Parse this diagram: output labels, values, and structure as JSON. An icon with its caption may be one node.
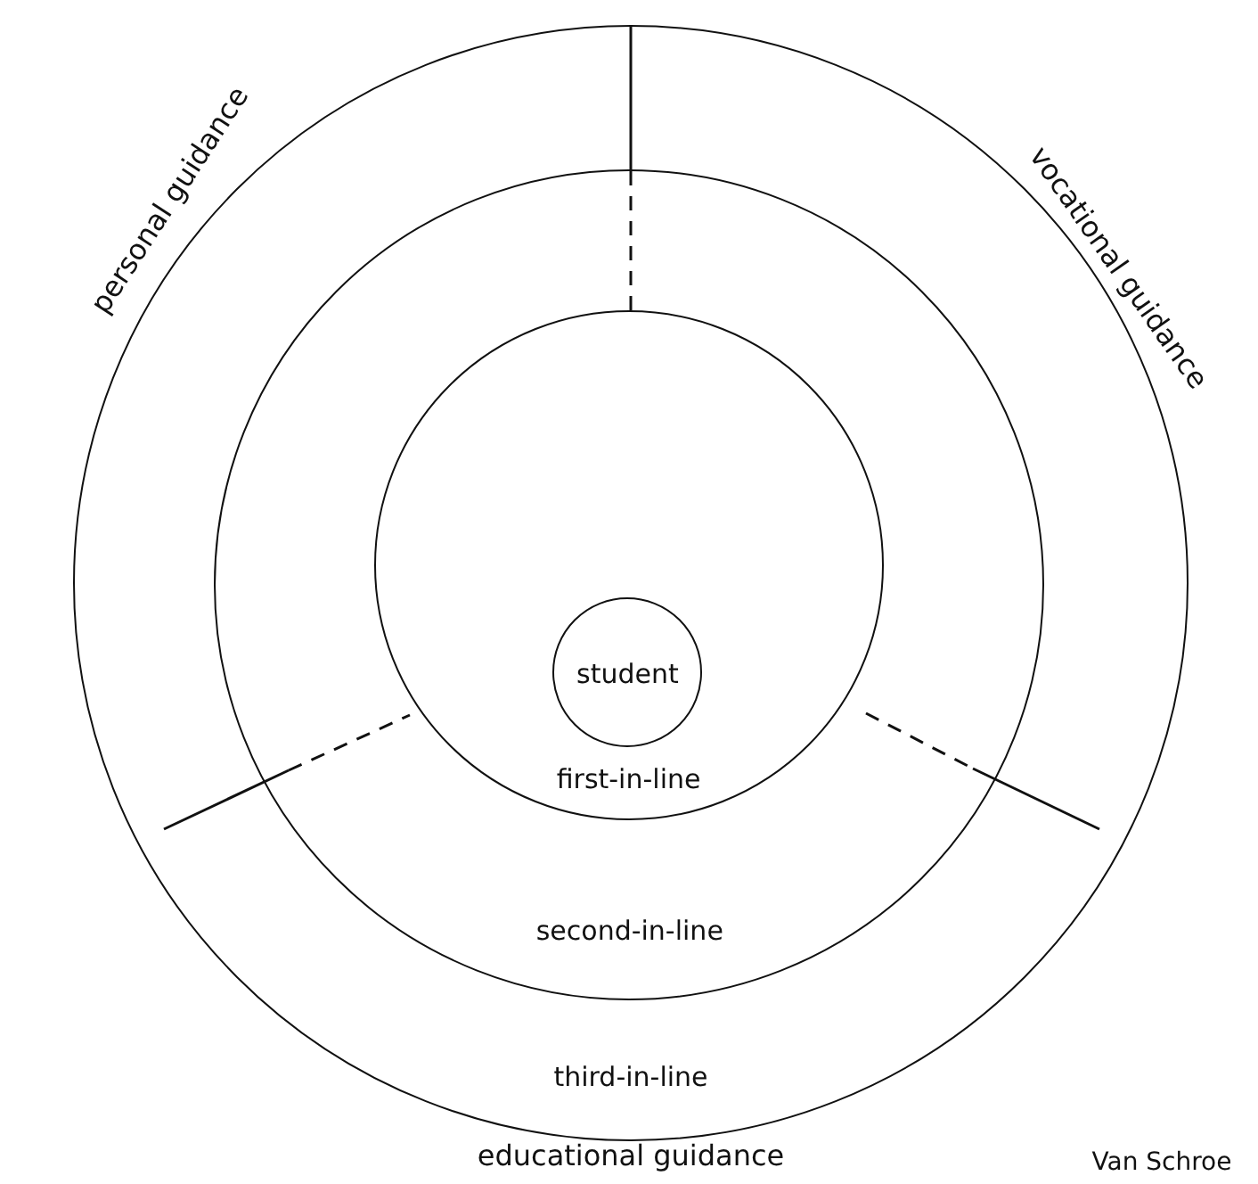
{
  "diagram": {
    "nodes": [
      {
        "text": [
          "third-in-line"
        ]
      },
      {
        "text": [
          "second-in-line"
        ],
        "in": 0
      },
      {
        "text": [
          "first-in-line"
        ],
        "in": 1
      },
      {
        "text": [
          "student"
        ],
        "in": 2
      }
    ],
    "labels": [
      "personal guidance",
      "vocational guidance",
      "educational guidance",
      "Van Schroe"
    ]
  }
}
